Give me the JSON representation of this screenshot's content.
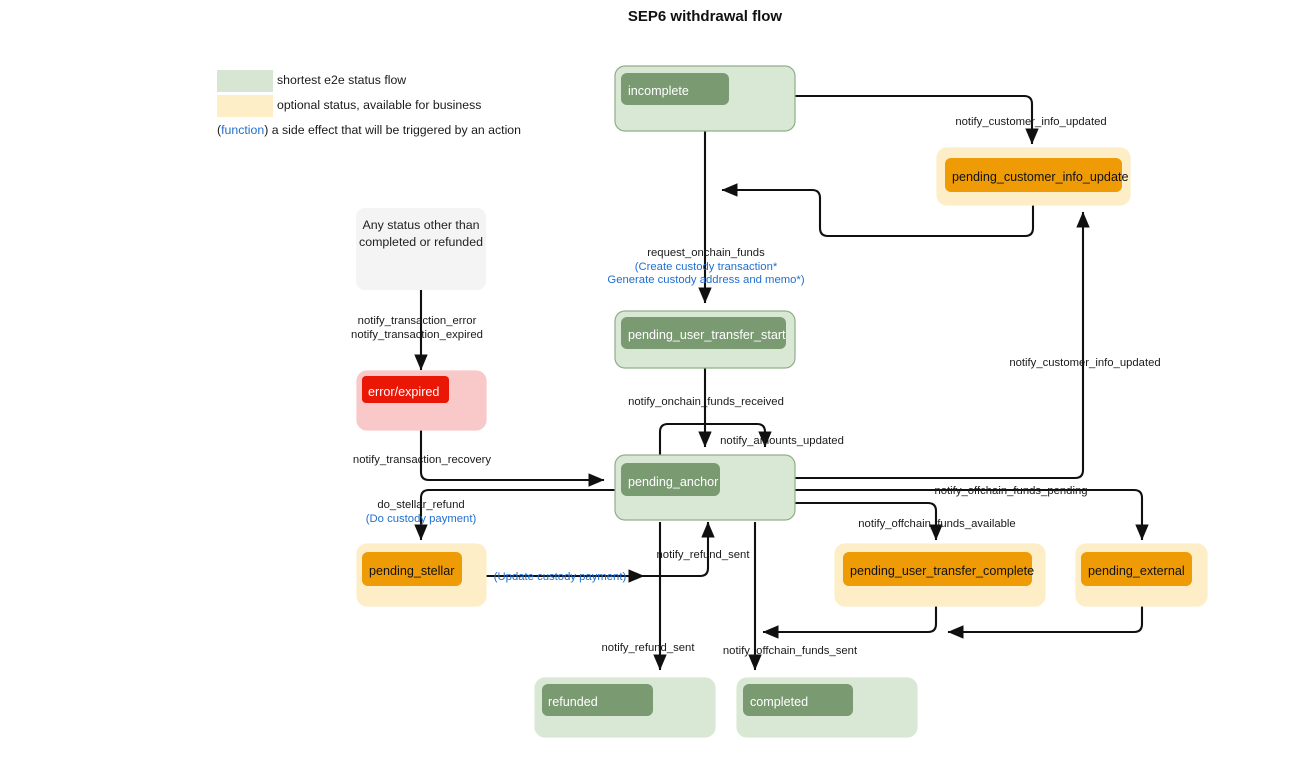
{
  "title": "SEP6 withdrawal flow",
  "legend": {
    "green_label": "shortest e2e status flow",
    "amber_label": "optional status, available for business",
    "function_token": "(function)",
    "function_desc": " a side effect that will be triggered by an action",
    "green_swatch": "#d6e6d2",
    "amber_swatch": "#fdeec8"
  },
  "colors": {
    "green_outer": "#d9e8d4",
    "green_outer_border": "#8fae88",
    "green_inner": "#7a9a72",
    "amber_outer": "#fdeec8",
    "amber_inner": "#ee9b06",
    "red_outer": "#f9c9c9",
    "red_inner": "#ea1606",
    "grey_box": "#f4f4f4",
    "edge": "#101010",
    "function_blue": "#1f6fd0"
  },
  "nodes": {
    "incomplete": {
      "label": "incomplete",
      "kind": "green"
    },
    "pending_customer_info_update": {
      "label": "pending_customer_info_update",
      "kind": "amber"
    },
    "pending_user_transfer_start": {
      "label": "pending_user_transfer_start",
      "kind": "green"
    },
    "pending_anchor": {
      "label": "pending_anchor",
      "kind": "green"
    },
    "pending_user_transfer_complete": {
      "label": "pending_user_transfer_complete",
      "kind": "amber"
    },
    "pending_external": {
      "label": "pending_external",
      "kind": "amber"
    },
    "pending_stellar": {
      "label": "pending_stellar",
      "kind": "amber"
    },
    "error_expired": {
      "label": "error/expired",
      "kind": "red"
    },
    "refunded": {
      "label": "refunded",
      "kind": "green"
    },
    "completed": {
      "label": "completed",
      "kind": "green"
    },
    "any_status": {
      "line1": "Any status other than",
      "line2": "completed or refunded",
      "kind": "grey"
    }
  },
  "edges": {
    "notify_customer_info_updated_top": "notify_customer_info_updated",
    "notify_customer_info_updated_right": "notify_customer_info_updated",
    "request_onchain_funds": "request_onchain_funds",
    "request_onchain_funds_fn1": "(Create custody transaction*",
    "request_onchain_funds_fn2": "Generate custody address and memo*)",
    "notify_onchain_funds_received": "notify_onchain_funds_received",
    "notify_amounts_updated": "notify_amounts_updated",
    "notify_transaction_error": "notify_transaction_error",
    "notify_transaction_expired": "notify_transaction_expired",
    "notify_transaction_recovery": "notify_transaction_recovery",
    "do_stellar_refund": "do_stellar_refund",
    "do_stellar_refund_fn": "(Do custody payment)",
    "update_custody_payment_fn": "(Update custody payment)",
    "notify_refund_sent_up": "notify_refund_sent",
    "notify_refund_sent_down": "notify_refund_sent",
    "notify_offchain_funds_pending": "notify_offchain_funds_pending",
    "notify_offchain_funds_available": "notify_offchain_funds_available",
    "notify_offchain_funds_sent": "notify_offchain_funds_sent"
  }
}
